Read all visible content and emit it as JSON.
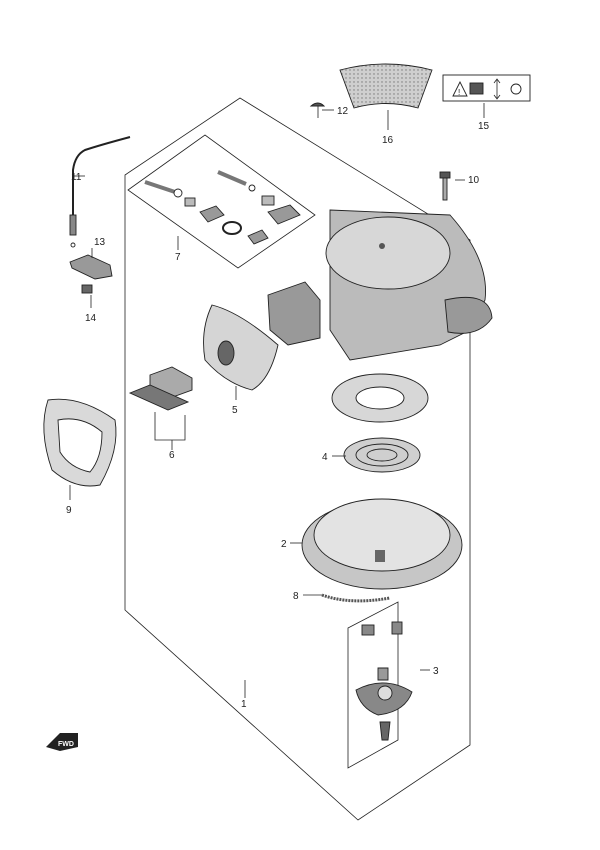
{
  "diagram": {
    "fwd_label": "FWD",
    "colors": {
      "line": "#222222",
      "fill_light": "#cfcfcf",
      "fill_mid": "#a8a8a8",
      "fill_dark": "#6e6e6e"
    },
    "callouts": [
      {
        "id": "1",
        "label": "1"
      },
      {
        "id": "2",
        "label": "2"
      },
      {
        "id": "3",
        "label": "3"
      },
      {
        "id": "4",
        "label": "4"
      },
      {
        "id": "5",
        "label": "5"
      },
      {
        "id": "6",
        "label": "6"
      },
      {
        "id": "7",
        "label": "7"
      },
      {
        "id": "8",
        "label": "8"
      },
      {
        "id": "9",
        "label": "9"
      },
      {
        "id": "10",
        "label": "10"
      },
      {
        "id": "11",
        "label": "11"
      },
      {
        "id": "12",
        "label": "12"
      },
      {
        "id": "13",
        "label": "13"
      },
      {
        "id": "14",
        "label": "14"
      },
      {
        "id": "15",
        "label": "15"
      },
      {
        "id": "16",
        "label": "16"
      }
    ],
    "icons": [
      "warning-triangle-icon",
      "manual-book-icon",
      "up-down-arrow-icon",
      "pull-handle-icon"
    ]
  }
}
